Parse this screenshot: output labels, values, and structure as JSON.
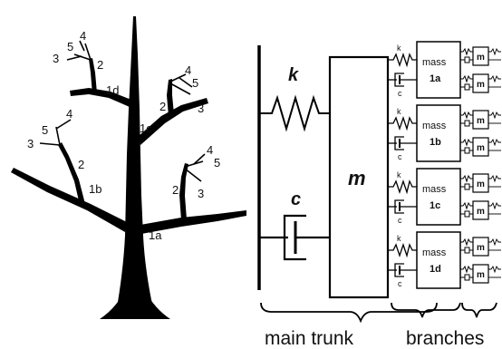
{
  "tree": {
    "labels": {
      "trunk": "1a",
      "branch_b": "1b",
      "branch_c": "1c",
      "branch_d": "1d",
      "two": "2",
      "three": "3",
      "four": "4",
      "five": "5"
    }
  },
  "model": {
    "spring_label": "k",
    "damper_label": "c",
    "main_mass_label": "m",
    "branch_spring_label": "k",
    "branch_damper_label": "c",
    "branch_mass_word": "mass",
    "branch_masses": [
      "1a",
      "1b",
      "1c",
      "1d"
    ],
    "sub_mass_label": "m"
  },
  "captions": {
    "main_trunk": "main trunk",
    "branches": "branches"
  }
}
